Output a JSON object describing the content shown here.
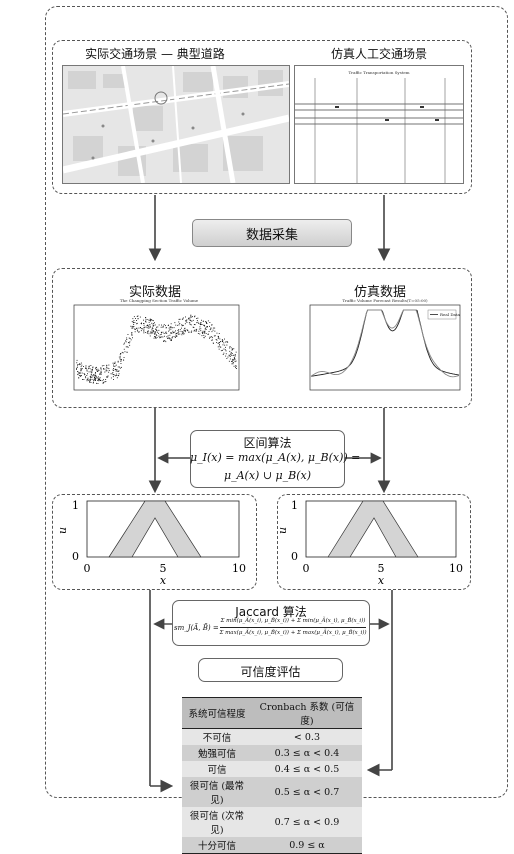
{
  "top": {
    "left_title": "实际交通场景 — 典型道路",
    "right_title": "仿真人工交通场景",
    "sim_header": "Traffic Transportation System"
  },
  "collect_button": "数据采集",
  "data_panel": {
    "left_title": "实际数据",
    "left_chart_title": "The Changping Section Traffic Volume",
    "right_title": "仿真数据",
    "right_chart_title": "Traffic Volume Forecast Results(T=05:00)",
    "legend_label": "Real Data"
  },
  "interval": {
    "title": "区间算法",
    "formula_line1": "μ_I(x) = max(μ_A(x), μ_B(x)) =",
    "formula_line2": "μ_A(x) ∪ μ_B(x)"
  },
  "membership": {
    "ylabel": "u",
    "xlabel": "x",
    "ticks_x": [
      "0",
      "5",
      "10"
    ],
    "ticks_y": [
      "0",
      "1"
    ]
  },
  "jaccard": {
    "title": "Jaccard 算法",
    "lhs": "sm_J(Ã, B̃) =",
    "numerator": "Σ min(μ_Ã(x_i), μ_B̃(x_i)) + Σ min(μ_Ã(x_i), μ_B̃(x_i))",
    "denominator": "Σ max(μ_Ã(x_i), μ_B̃(x_i)) + Σ max(μ_Ã(x_i), μ_B̃(x_i))"
  },
  "credibility": {
    "title": "可信度评估",
    "headers": [
      "系统可信程度",
      "Cronbach 系数 (可信度)"
    ],
    "rows": [
      [
        "不可信",
        "< 0.3"
      ],
      [
        "勉强可信",
        "0.3 ≤ α < 0.4"
      ],
      [
        "可信",
        "0.4 ≤ α < 0.5"
      ],
      [
        "很可信 (最常见)",
        "0.5 ≤ α < 0.7"
      ],
      [
        "很可信 (次常见)",
        "0.7 ≤ α < 0.9"
      ],
      [
        "十分可信",
        "0.9 ≤ α"
      ]
    ]
  }
}
